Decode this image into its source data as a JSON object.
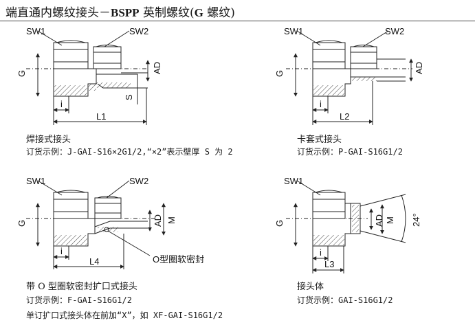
{
  "header": {
    "title_prefix": "端直通内螺纹接头－",
    "title_bold": "BSPP",
    "title_mid": " 英制螺纹(",
    "title_bold2": "G",
    "title_suffix": " 螺纹)"
  },
  "labels": {
    "sw1": "SW1",
    "sw2": "SW2",
    "g": "G",
    "ad": "AD",
    "s": "S",
    "m": "M",
    "i": "i",
    "l1": "L1",
    "l2": "L2",
    "l3": "L3",
    "l4": "L4",
    "angle": "24°",
    "oring": "O型圈软密封"
  },
  "panels": [
    {
      "name": "焊接式接头",
      "order": "订货示例：J-GAI-S16×2G1/2,“×2”表示壁厚 S 为 2"
    },
    {
      "name": "卡套式接头",
      "order": "订货示例：P-GAI-S16G1/2"
    },
    {
      "name": "带 O 型圈软密封扩口式接头",
      "order": "订货示例：F-GAI-S16G1/2",
      "extra": "单订扩口式接头体在前加“X”，如 XF-GAI-S16G1/2"
    },
    {
      "name": "接头体",
      "order": "订货示例：GAI-S16G1/2"
    }
  ]
}
